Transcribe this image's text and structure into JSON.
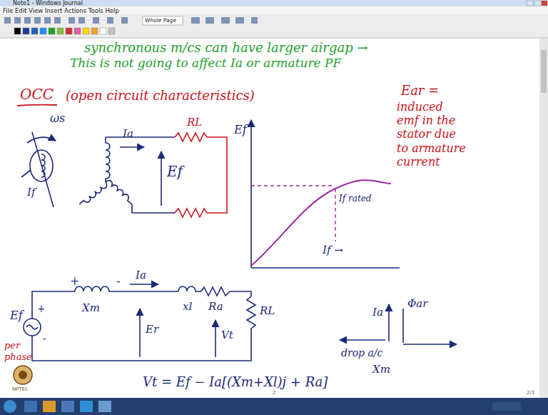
{
  "diagram": {
    "labels": [
      "Note1 - Windows Journal",
      "File Edit View Insert Actions Tools Help",
      "Whole Page",
      "synchronous m/cs can have larger airgap →",
      "This is not going to affect Ia or armature PF",
      "OCC",
      "(open circuit characteristics)",
      "Ear =",
      "induced emf in the stator due to armature current",
      "ωs",
      "Ia",
      "RL",
      "Ef",
      "Ef",
      "If",
      "If rated",
      "If →",
      "+",
      "Xm",
      "-",
      "Ia",
      "xl",
      "Ra",
      "RL",
      "+",
      "Ef",
      "-",
      "Er",
      "Vt",
      "per phase",
      "Ia",
      "Φar",
      "drop a/c",
      "Xm",
      "Vt = Ef − Ia[(Xm+Xl)j + Ra]",
      "NPTEL",
      "2",
      "2/3"
    ]
  }
}
